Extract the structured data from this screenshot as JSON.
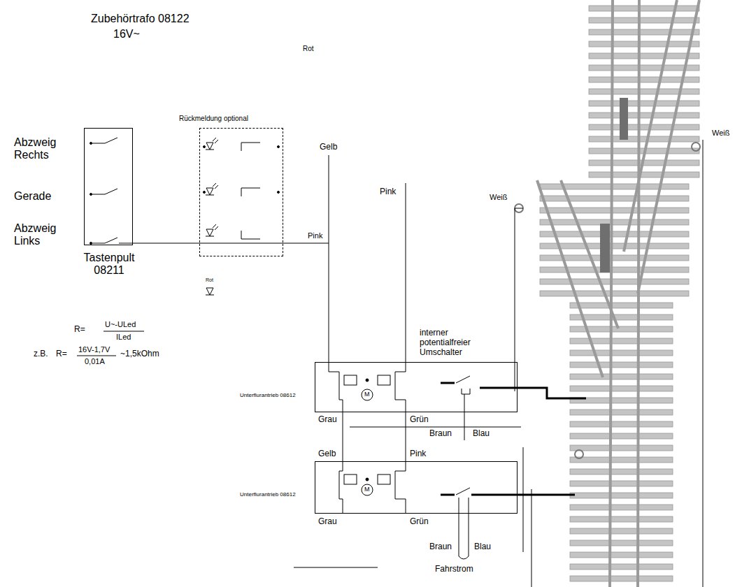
{
  "diagram": {
    "nodes": [
      {
        "text": [
          "Tastenpult 08211"
        ]
      },
      {
        "text": [
          "Rückmeldung optional"
        ]
      },
      {
        "text": [
          "Unterflurantrieb 08612"
        ]
      },
      {
        "text": [
          "Unterflurantrieb 08612"
        ]
      }
    ],
    "edges": [
      {
        "from": 0,
        "to": 1,
        "arrow": "none"
      },
      {
        "from": 2,
        "to": 3,
        "arrow": "none"
      },
      {
        "from": 2,
        "to": 3,
        "arrow": "none"
      }
    ],
    "labels": [
      "Zubehörtrafo 08122",
      "16V~",
      "Rot",
      "Abzweig Rechts",
      "Gerade",
      "Abzweig Links",
      "Pink",
      "Rot",
      "R=",
      "U~-ULed",
      "ILed",
      "z.B.",
      "R=",
      "16V-1,7V",
      "0,01A",
      "~1,5kOhm",
      "Gelb",
      "Pink",
      "Weiß",
      "Weiß",
      "interner potentialfreier Umschalter",
      "Grau",
      "Grün",
      "Braun",
      "Blau",
      "Gelb",
      "Pink",
      "Grau",
      "Grün",
      "Braun",
      "Blau",
      "Fahrstrom",
      "M",
      "M"
    ]
  }
}
